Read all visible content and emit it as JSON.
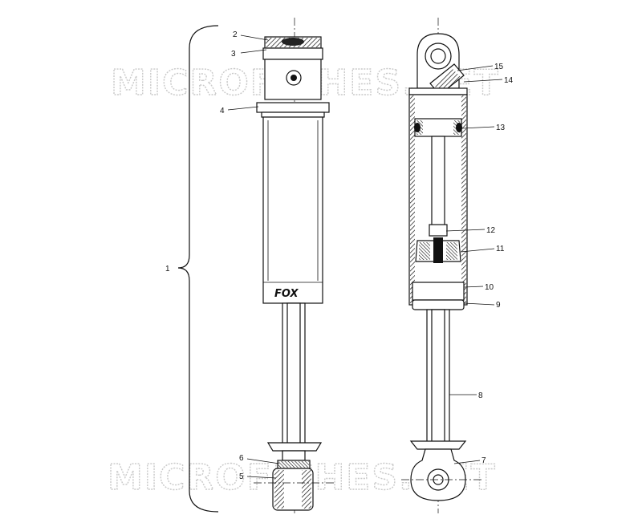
{
  "watermark": {
    "top": "MICROFICHES.NET",
    "bottom": "MICROFICHES.NET"
  },
  "callouts": {
    "c1": "1",
    "c2": "2",
    "c3": "3",
    "c4": "4",
    "c5": "5",
    "c6": "6",
    "c7": "7",
    "c8": "8",
    "c9": "9",
    "c10": "10",
    "c11": "11",
    "c12": "12",
    "c13": "13",
    "c14": "14",
    "c15": "15"
  },
  "logo_text": "FOX"
}
